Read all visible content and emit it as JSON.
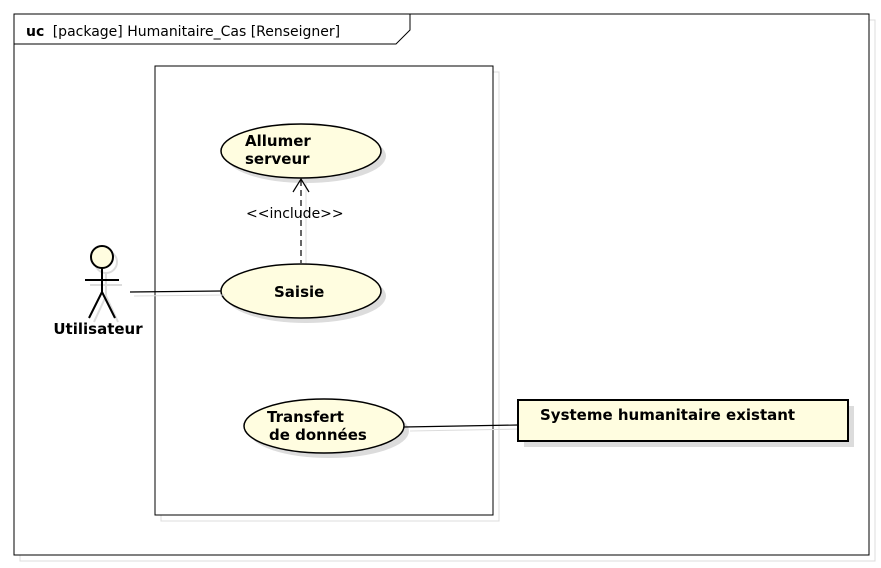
{
  "frame": {
    "keyword": "uc",
    "title": "[package] Humanitaire_Cas [Renseigner]"
  },
  "actors": [
    {
      "id": "utilisateur",
      "label": "Utilisateur"
    }
  ],
  "use_cases": [
    {
      "id": "allumer-serveur",
      "lines": [
        "Allumer",
        "serveur"
      ]
    },
    {
      "id": "saisie",
      "lines": [
        "Saisie"
      ]
    },
    {
      "id": "transfert-donnees",
      "lines": [
        "Transfert",
        "de données"
      ]
    }
  ],
  "external_systems": [
    {
      "id": "systeme-humanitaire",
      "label": "Systeme humanitaire existant"
    }
  ],
  "relationships": [
    {
      "from": "saisie",
      "to": "allumer-serveur",
      "type": "include",
      "label": "<<include>>"
    },
    {
      "from": "utilisateur",
      "to": "saisie",
      "type": "association"
    },
    {
      "from": "transfert-donnees",
      "to": "systeme-humanitaire",
      "type": "association"
    }
  ],
  "colors": {
    "use_case_fill": "#fffde0",
    "system_fill": "#fffde0",
    "shadow": "#dcdcdc",
    "line": "#000000"
  }
}
